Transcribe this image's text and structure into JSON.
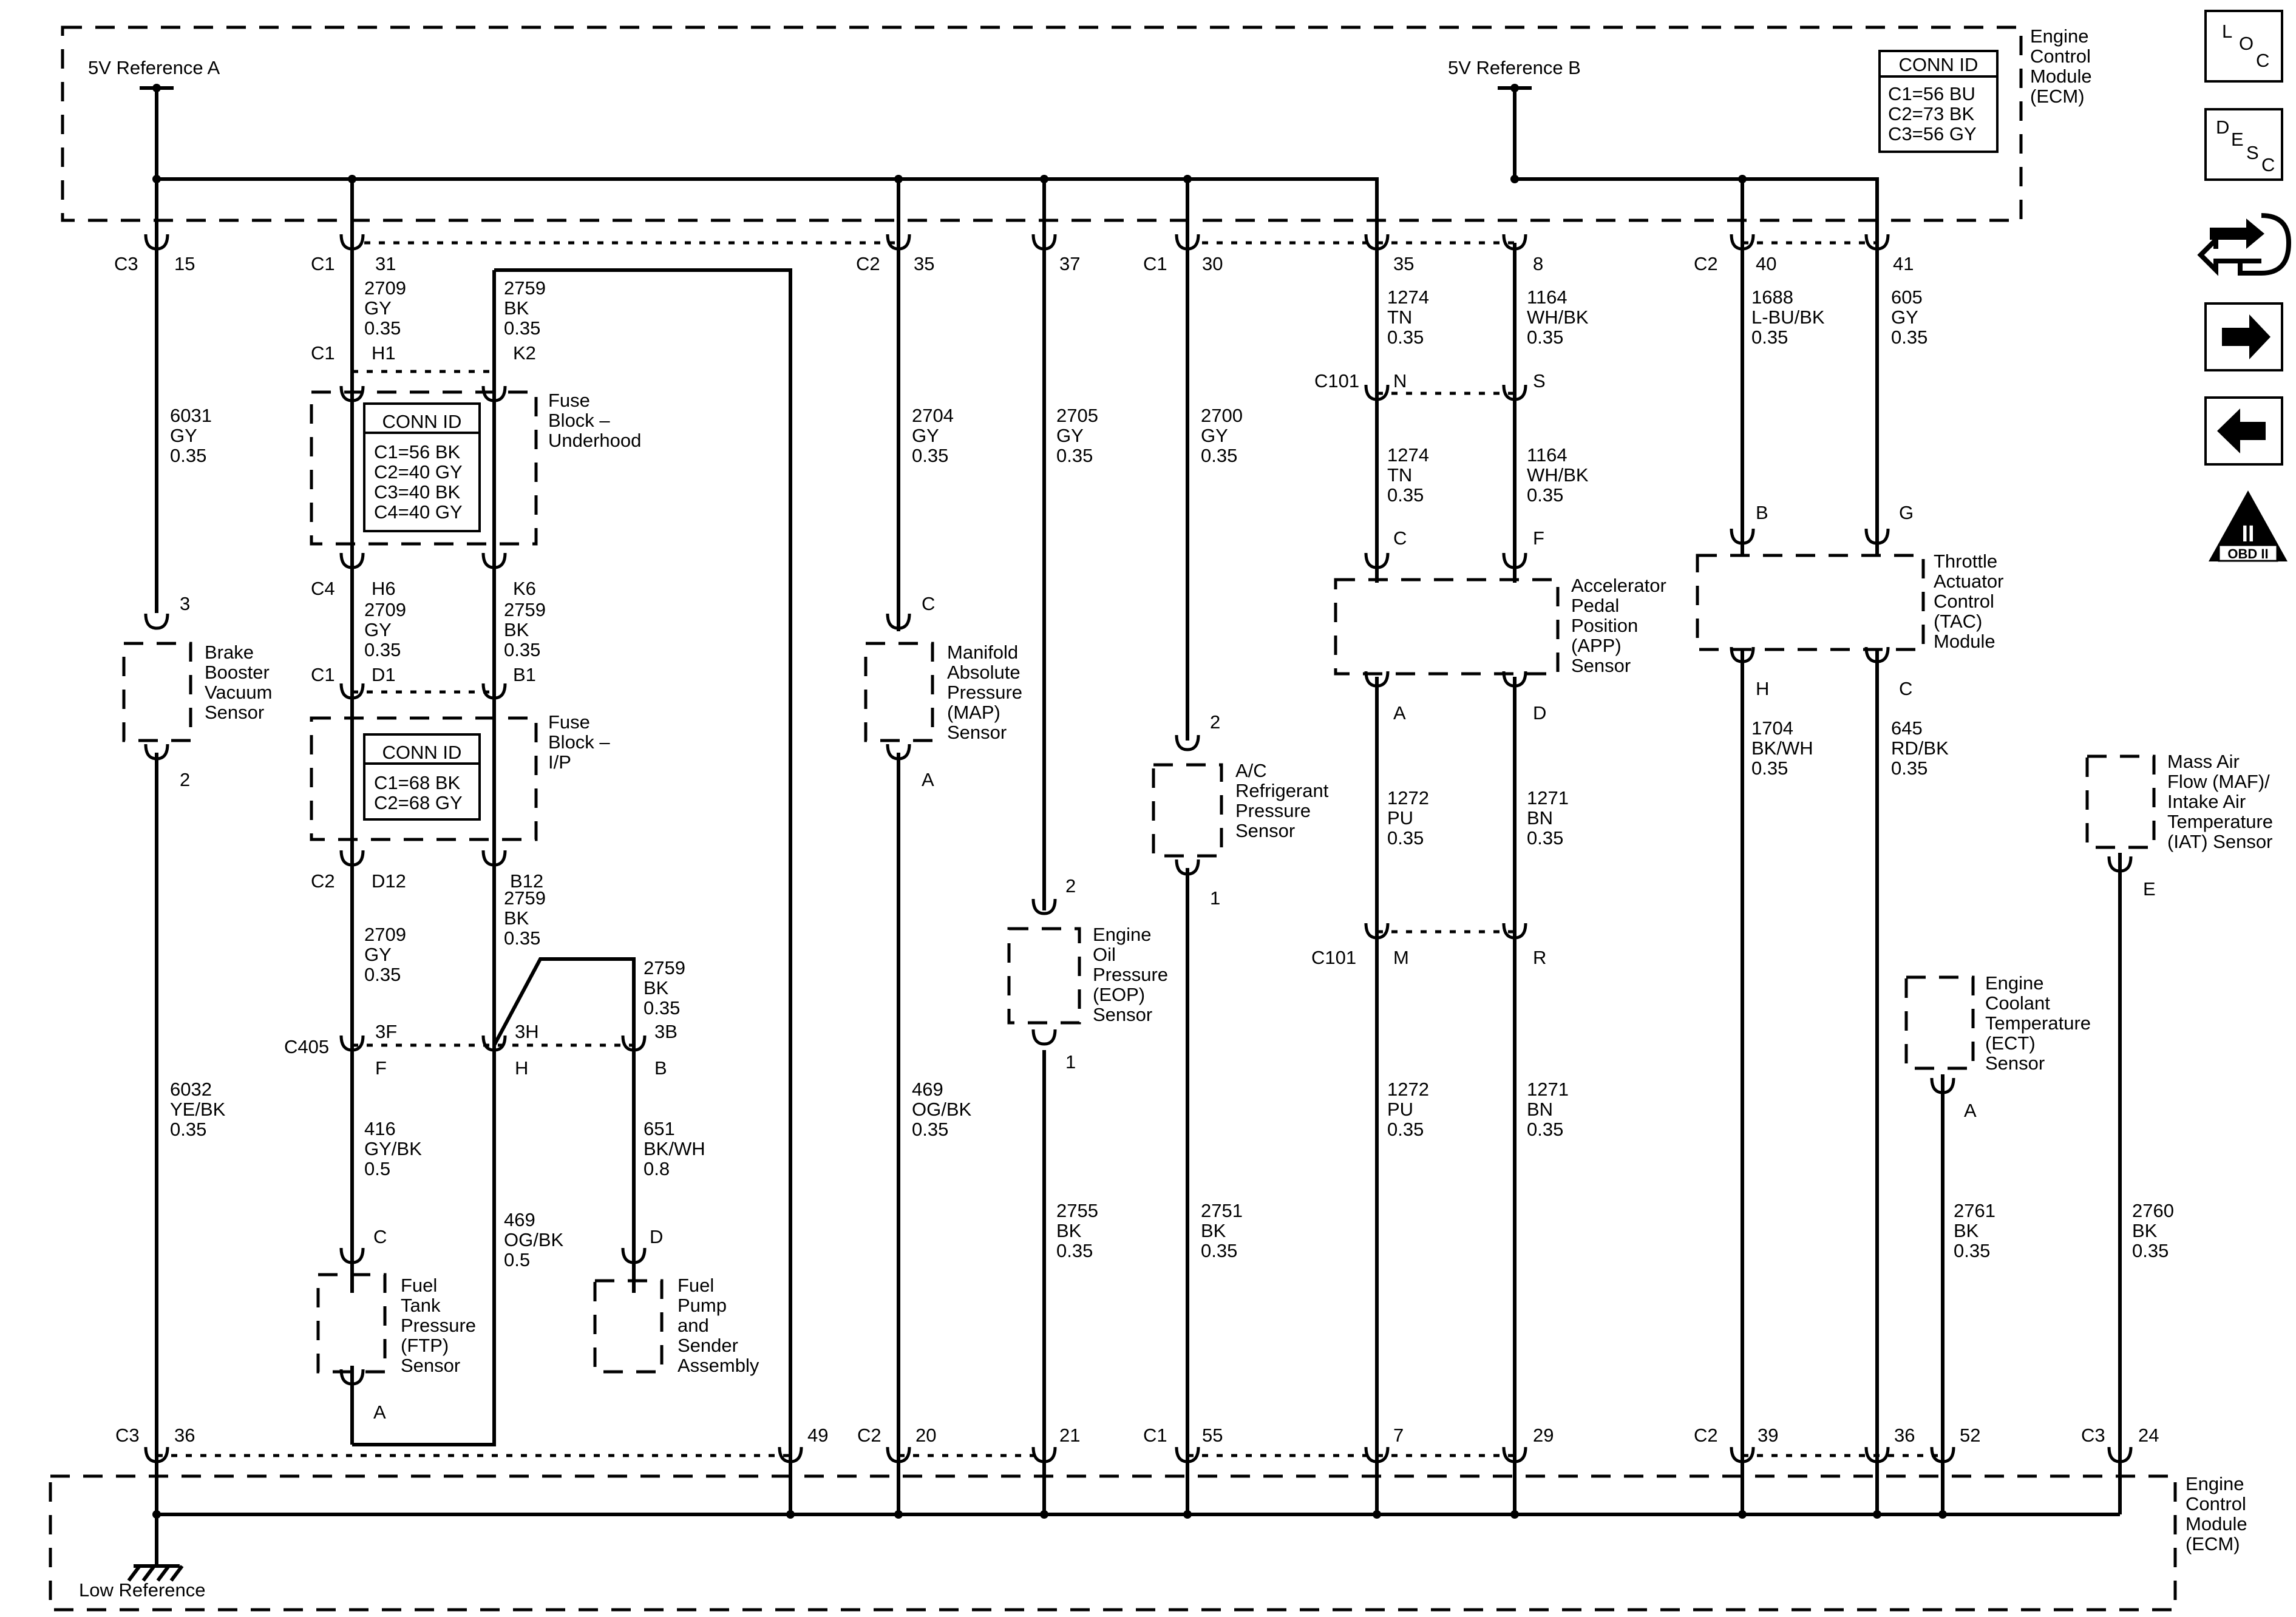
{
  "modules": {
    "ecm_top": [
      "Engine",
      "Control",
      "Module",
      "(ECM)"
    ],
    "ecm_bottom": [
      "Engine",
      "Control",
      "Module",
      "(ECM)"
    ],
    "ref_a": "5V Reference A",
    "ref_b": "5V Reference B",
    "low_ref": "Low Reference",
    "conn_id_title": "CONN ID",
    "ecm_conn": [
      "C1=56 BU",
      "C2=73 BK",
      "C3=56 GY"
    ]
  },
  "fuse_underhood": {
    "name": [
      "Fuse",
      "Block –",
      "Underhood"
    ],
    "conn": [
      "C1=56 BK",
      "C2=40 GY",
      "C3=40 BK",
      "C4=40 GY"
    ]
  },
  "fuse_ip": {
    "name": [
      "Fuse",
      "Block –",
      "I/P"
    ],
    "conn": [
      "C1=68 BK",
      "C2=68 GY"
    ]
  },
  "components": {
    "brake": [
      "Brake",
      "Booster",
      "Vacuum",
      "Sensor"
    ],
    "map": [
      "Manifold",
      "Absolute",
      "Pressure",
      "(MAP)",
      "Sensor"
    ],
    "ac": [
      "A/C",
      "Refrigerant",
      "Pressure",
      "Sensor"
    ],
    "eop": [
      "Engine",
      "Oil",
      "Pressure",
      "(EOP)",
      "Sensor"
    ],
    "app": [
      "Accelerator",
      "Pedal",
      "Position",
      "(APP)",
      "Sensor"
    ],
    "tac": [
      "Throttle",
      "Actuator",
      "Control",
      "(TAC)",
      "Module"
    ],
    "maf": [
      "Mass Air",
      "Flow (MAF)/",
      "Intake Air",
      "Temperature",
      "(IAT) Sensor"
    ],
    "ect": [
      "Engine",
      "Coolant",
      "Temperature",
      "(ECT)",
      "Sensor"
    ],
    "ftp": [
      "Fuel",
      "Tank",
      "Pressure",
      "(FTP)",
      "Sensor"
    ],
    "fuel_pump": [
      "Fuel",
      "Pump",
      "and",
      "Sender",
      "Assembly"
    ]
  },
  "wires": {
    "w6031": [
      "6031",
      "GY",
      "0.35"
    ],
    "w6032": [
      "6032",
      "YE/BK",
      "0.35"
    ],
    "w2709a": [
      "2709",
      "GY",
      "0.35"
    ],
    "w2709b": [
      "2709",
      "GY",
      "0.35"
    ],
    "w2709c": [
      "2709",
      "GY",
      "0.35"
    ],
    "w2759a": [
      "2759",
      "BK",
      "0.35"
    ],
    "w2759b": [
      "2759",
      "BK",
      "0.35"
    ],
    "w2759c": [
      "2759",
      "BK",
      "0.35"
    ],
    "w2759d": [
      "2759",
      "BK",
      "0.35"
    ],
    "w416": [
      "416",
      "GY/BK",
      "0.5"
    ],
    "w469b": [
      "469",
      "OG/BK",
      "0.5"
    ],
    "w651": [
      "651",
      "BK/WH",
      "0.8"
    ],
    "w2704": [
      "2704",
      "GY",
      "0.35"
    ],
    "w469a": [
      "469",
      "OG/BK",
      "0.35"
    ],
    "w2705": [
      "2705",
      "GY",
      "0.35"
    ],
    "w2755": [
      "2755",
      "BK",
      "0.35"
    ],
    "w2700": [
      "2700",
      "GY",
      "0.35"
    ],
    "w2751": [
      "2751",
      "BK",
      "0.35"
    ],
    "w1274a": [
      "1274",
      "TN",
      "0.35"
    ],
    "w1274b": [
      "1274",
      "TN",
      "0.35"
    ],
    "w1164a": [
      "1164",
      "WH/BK",
      "0.35"
    ],
    "w1164b": [
      "1164",
      "WH/BK",
      "0.35"
    ],
    "w1272a": [
      "1272",
      "PU",
      "0.35"
    ],
    "w1272b": [
      "1272",
      "PU",
      "0.35"
    ],
    "w1271a": [
      "1271",
      "BN",
      "0.35"
    ],
    "w1271b": [
      "1271",
      "BN",
      "0.35"
    ],
    "w1688": [
      "1688",
      "L-BU/BK",
      "0.35"
    ],
    "w605": [
      "605",
      "GY",
      "0.35"
    ],
    "w1704": [
      "1704",
      "BK/WH",
      "0.35"
    ],
    "w645": [
      "645",
      "RD/BK",
      "0.35"
    ],
    "w2761": [
      "2761",
      "BK",
      "0.35"
    ],
    "w2760": [
      "2760",
      "BK",
      "0.35"
    ]
  },
  "pins": {
    "c3": "C3",
    "p15": "15",
    "c1a": "C1",
    "p31": "31",
    "c2a": "C2",
    "p35a": "35",
    "p37": "37",
    "c1b": "C1",
    "p30": "30",
    "p35b": "35",
    "p8": "8",
    "c2b": "C2",
    "p40": "40",
    "p41": "41",
    "c1h": "C1",
    "h1": "H1",
    "k2": "K2",
    "c4": "C4",
    "h6": "H6",
    "k6": "K6",
    "c1d": "C1",
    "d1": "D1",
    "b1": "B1",
    "c2d": "C2",
    "d12": "D12",
    "b12": "B12",
    "c405": "C405",
    "s3f": "3F",
    "s3h": "3H",
    "s3b": "3B",
    "sf": "F",
    "sh": "H",
    "sb": "B",
    "brake3": "3",
    "brake2": "2",
    "mapc": "C",
    "mapa": "A",
    "ac2": "2",
    "ac1": "1",
    "eop2": "2",
    "eop1": "1",
    "c101a": "C101",
    "pn": "N",
    "ps": "S",
    "appc": "C",
    "appf": "F",
    "appa": "A",
    "appd": "D",
    "c101b": "C101",
    "pm": "M",
    "pr": "R",
    "tacb": "B",
    "tacg": "G",
    "tach": "H",
    "tacc": "C",
    "mafe": "E",
    "ecta": "A",
    "ftpc": "C",
    "ftpa": "A",
    "fpd": "D",
    "bc3": "C3",
    "b36": "36",
    "b49": "49",
    "bc2": "C2",
    "b20": "20",
    "b21": "21",
    "bc1": "C1",
    "b55": "55",
    "b7": "7",
    "b29": "29",
    "bc2b": "C2",
    "b39": "39",
    "b36b": "36",
    "b52": "52",
    "bc3b": "C3",
    "b24": "24"
  },
  "nav": {
    "loc": [
      "L",
      "O",
      "C"
    ],
    "desc": [
      "D",
      "E",
      "S",
      "C"
    ],
    "obd": "OBD II",
    "obd_mark": "II"
  }
}
